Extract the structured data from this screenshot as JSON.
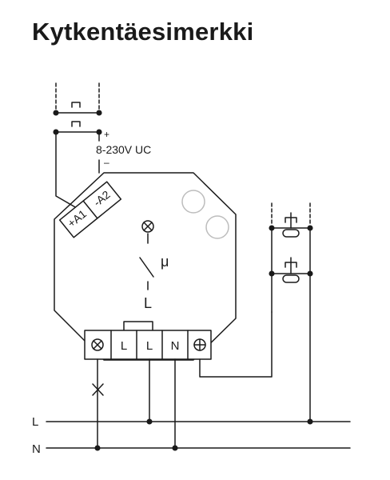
{
  "title": "Kytkentäesimerkki",
  "supply": {
    "voltage": "8-230V UC",
    "plus": "+",
    "minus": "–"
  },
  "module": {
    "terminal_a1": "+A1",
    "terminal_a2": "-A2",
    "relay_symbol": "μ",
    "relay_output": "L"
  },
  "terminals": {
    "t2": "L",
    "t3": "L",
    "t4": "N"
  },
  "lines": {
    "l": "L",
    "n": "N"
  },
  "colors": {
    "ink": "#1a1a1a",
    "background": "#ffffff",
    "lamp_gray": "#bdbdbd"
  }
}
